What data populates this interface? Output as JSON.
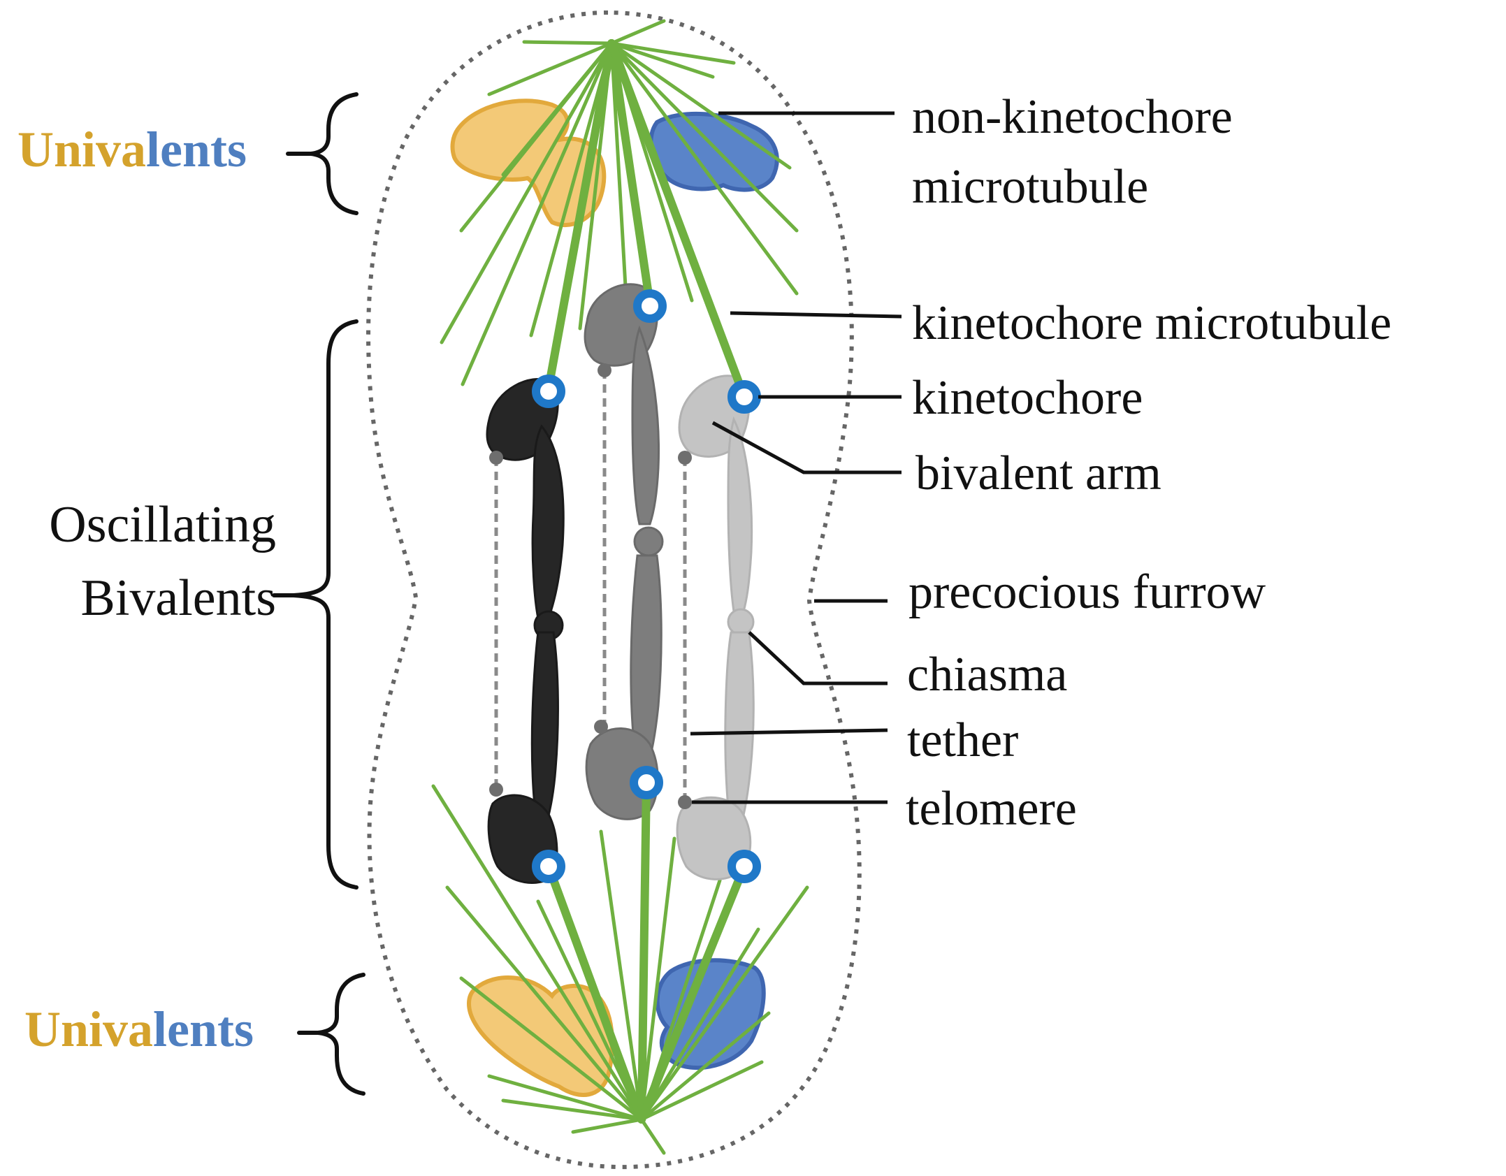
{
  "colors": {
    "microtubule": "#6fb040",
    "kinetochore": "#1f78c8",
    "membrane": "#666666",
    "univalent_gold": "#d4a22c",
    "univalent_blue": "#4f7fc0",
    "univalent_gold_fill": "#f3c977",
    "univalent_blue_fill": "#5a84c9",
    "bivalent_dark": "#262626",
    "bivalent_mid": "#7d7d7d",
    "bivalent_light": "#c4c4c4"
  },
  "group_labels": {
    "univalents_top": {
      "part1": "Univa",
      "part2": "lents"
    },
    "oscillating_line1": "Oscillating",
    "oscillating_line2": "Bivalents",
    "univalents_bottom": {
      "part1": "Univa",
      "part2": "lents"
    }
  },
  "callouts": {
    "non_kinetochore_line1": "non-kinetochore",
    "non_kinetochore_line2": "microtubule",
    "kinetochore_microtubule": "kinetochore microtubule",
    "kinetochore": "kinetochore",
    "bivalent_arm": "bivalent arm",
    "precocious_furrow": "precocious furrow",
    "chiasma": "chiasma",
    "tether": "tether",
    "telomere": "telomere"
  }
}
